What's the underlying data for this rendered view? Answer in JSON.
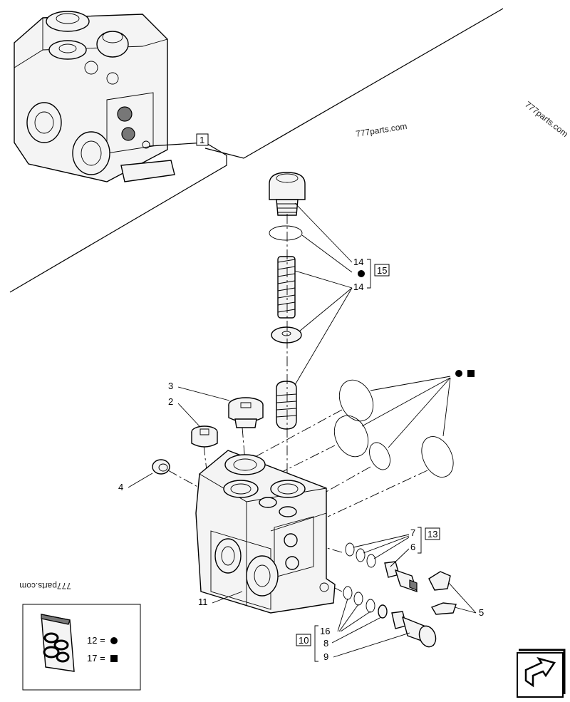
{
  "watermarks": [
    "777parts.com",
    "777parts.com",
    "777parts.com"
  ],
  "callouts": {
    "ref_1": "1",
    "c2": "2",
    "c3": "3",
    "c4": "4",
    "c5": "5",
    "c6": "6",
    "c7": "7",
    "c8": "8",
    "c9": "9",
    "ref_10": "10",
    "c11": "11",
    "ref_13": "13",
    "c14a": "14",
    "c14b": "14",
    "ref_15": "15",
    "c16": "16"
  },
  "legend": {
    "row1": "12 =",
    "row2": "17 ="
  },
  "symbols": {
    "circle": "filled-circle",
    "square": "filled-square"
  },
  "icons": {
    "kit": "seal-kit-bag-icon",
    "next": "next-page-arrow-icon"
  }
}
